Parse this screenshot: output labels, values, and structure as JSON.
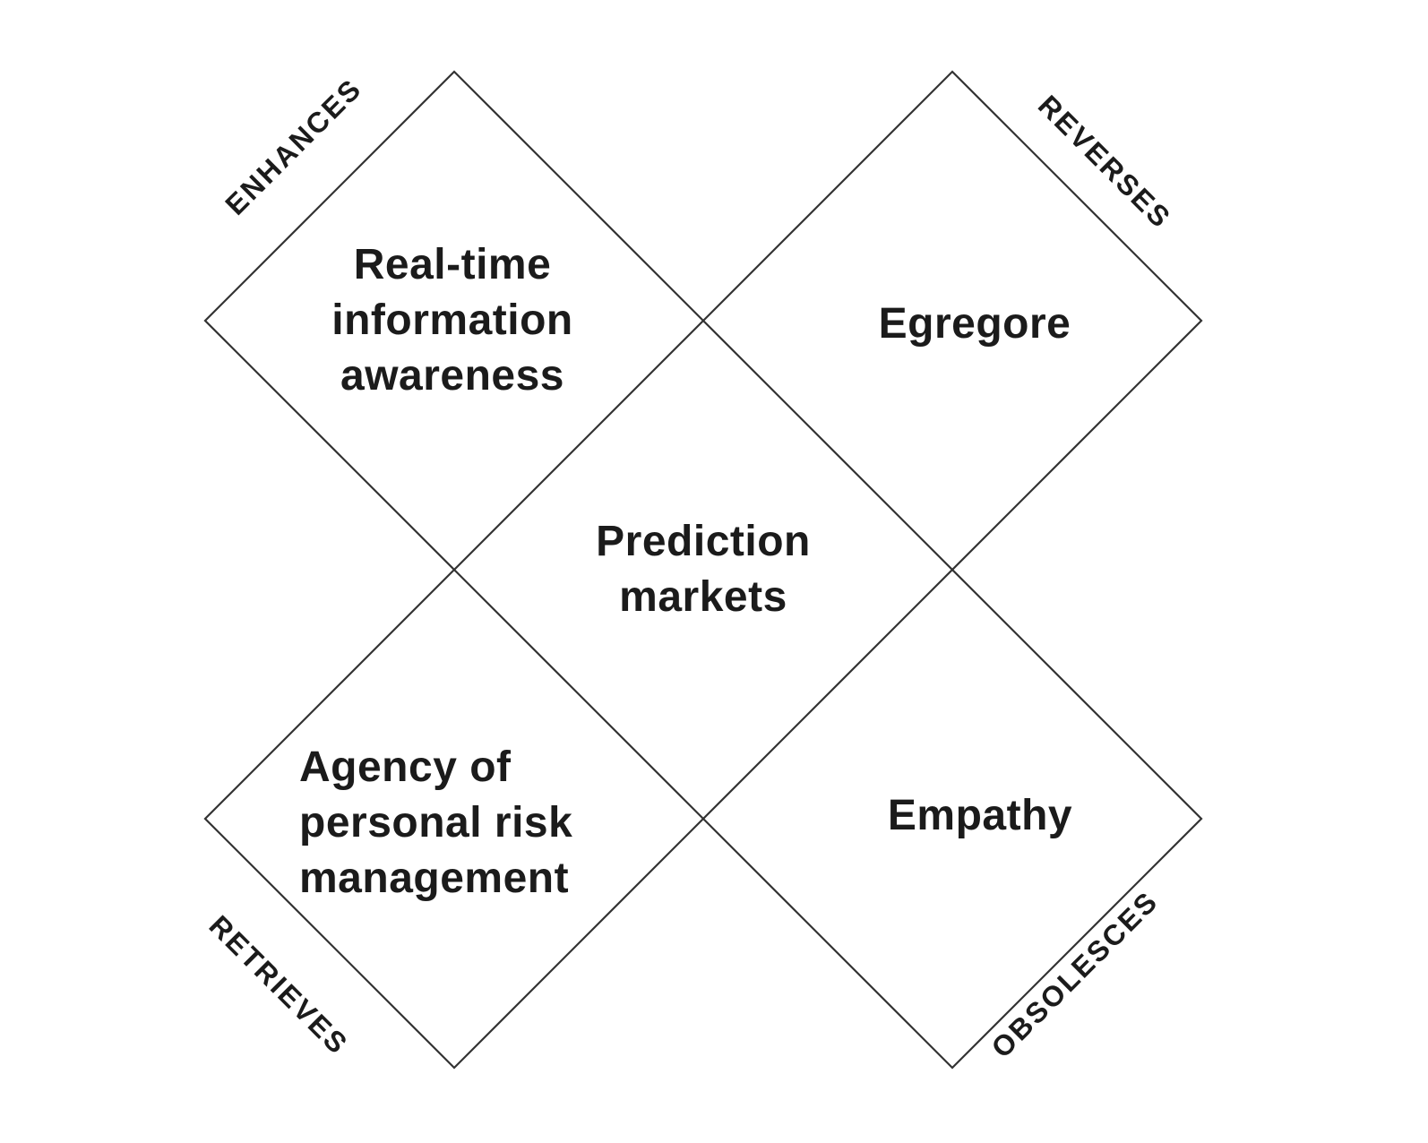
{
  "diagram": {
    "center": {
      "lines": [
        "Prediction",
        "markets"
      ]
    },
    "quadrants": {
      "enhances": {
        "edge_label": "ENHANCES",
        "lines": [
          "Real-time",
          "information",
          "awareness"
        ]
      },
      "reverses": {
        "edge_label": "REVERSES",
        "lines": [
          "Egregore"
        ]
      },
      "retrieves": {
        "edge_label": "RETRIEVES",
        "lines": [
          "Agency of",
          "personal risk",
          "management"
        ]
      },
      "obsolesces": {
        "edge_label": "OBSOLESCES",
        "lines": [
          "Empathy"
        ]
      }
    },
    "colors": {
      "background": "#ffffff",
      "line": "#333333",
      "text": "#1b1b1b"
    }
  }
}
